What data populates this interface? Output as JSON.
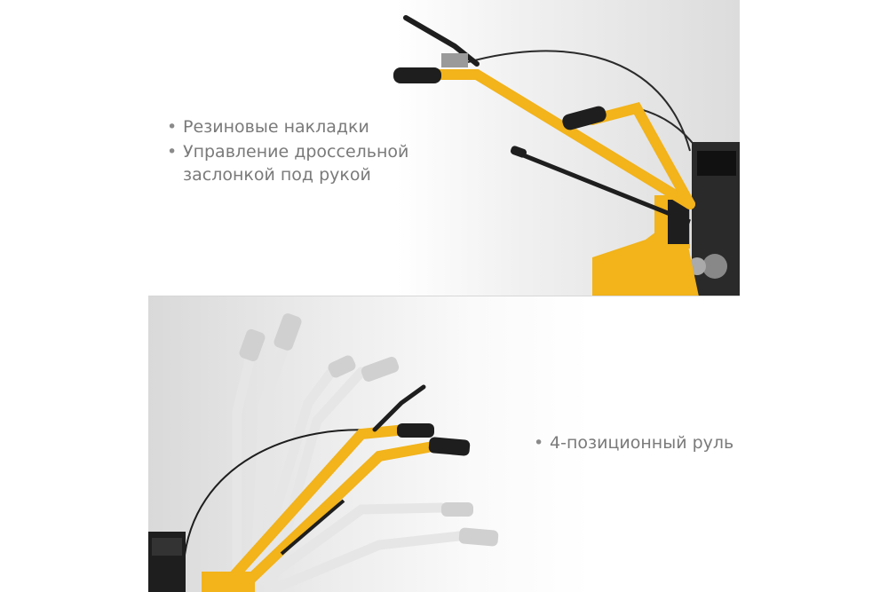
{
  "top_section": {
    "features": [
      "Резиновые накладки",
      "Управление дроссельной заслонкой под рукой"
    ]
  },
  "bottom_section": {
    "features": [
      "4-позиционный руль"
    ]
  },
  "colors": {
    "handle_yellow": "#f2b31b",
    "grip_black": "#1e1e1e",
    "ghost_gray": "#e6e6e6"
  }
}
